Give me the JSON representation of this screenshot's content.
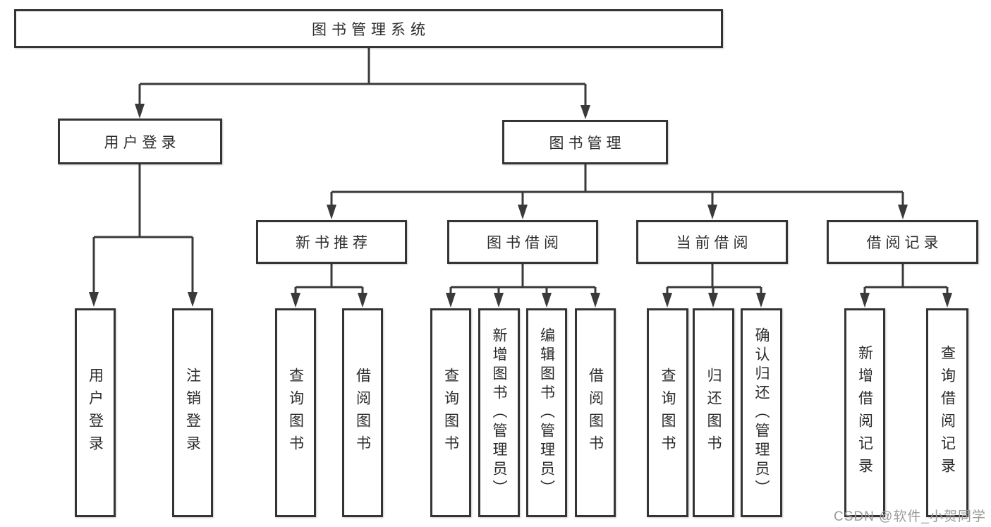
{
  "tree": {
    "root": "图书管理系统",
    "children": [
      {
        "label": "用户登录",
        "children": [
          "用户登录",
          "注销登录"
        ]
      },
      {
        "label": "图书管理",
        "children": [
          {
            "label": "新书推荐",
            "children": [
              "查询图书",
              "借阅图书"
            ]
          },
          {
            "label": "图书借阅",
            "children": [
              "查询图书",
              "新增图书（管理员）",
              "编辑图书（管理员）",
              "借阅图书"
            ]
          },
          {
            "label": "当前借阅",
            "children": [
              "查询图书",
              "归还图书",
              "确认归还（管理员）"
            ]
          },
          {
            "label": "借阅记录",
            "children": [
              "新增借阅记录",
              "查询借阅记录"
            ]
          }
        ]
      }
    ]
  },
  "watermark": {
    "text": "CSDN @软件_小贺同学"
  },
  "colors": {
    "line": "#3a3a3a",
    "box_border": "#343434",
    "text": "#2b2b2b",
    "watermark": "#9b9b9b"
  }
}
